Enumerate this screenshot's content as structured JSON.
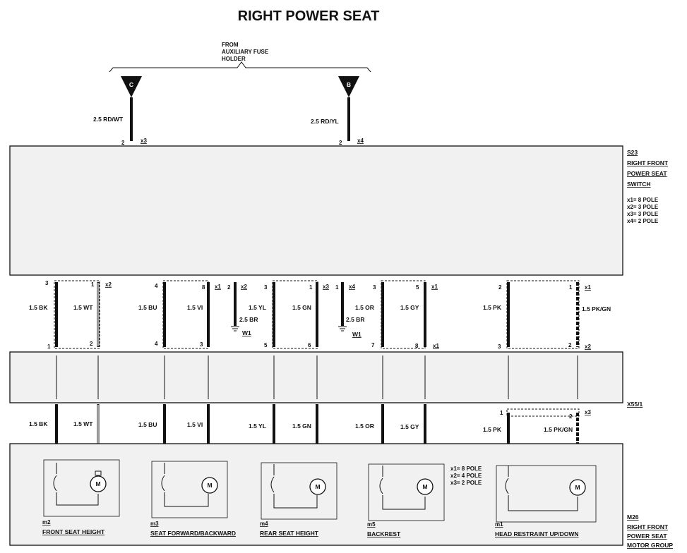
{
  "title": "RIGHT POWER SEAT",
  "fuse_source": [
    "FROM",
    "AUXILIARY FUSE",
    "HOLDER"
  ],
  "fuses": [
    {
      "letter": "C",
      "wire": "2.5 RD/WT",
      "pin": "2",
      "conn": "x3"
    },
    {
      "letter": "B",
      "wire": "2.5 RD/YL",
      "pin": "2",
      "conn": "x4"
    }
  ],
  "switch": {
    "lines": [
      "S23",
      "RIGHT FRONT",
      "POWER SEAT",
      "SWITCH"
    ],
    "connectors": [
      "x1= 8 POLE",
      "x2= 3 POLE",
      "x3= 3 POLE",
      "x4= 2 POLE"
    ]
  },
  "upper_wires": [
    {
      "color": "1.5 BK",
      "top_pin": "3",
      "bottom_pin": "1"
    },
    {
      "color": "1.5 WT",
      "top_pin": "1",
      "bottom_pin": "2",
      "conn": "x2"
    },
    {
      "color": "1.5 BU",
      "top_pin": "4",
      "bottom_pin": "4"
    },
    {
      "color": "1.5 VI",
      "top_pin": "8",
      "bottom_pin": "3",
      "conn": "x1"
    },
    {
      "color": "1.5 YL",
      "top_pin": "3",
      "bottom_pin": "5"
    },
    {
      "color": "1.5 GN",
      "top_pin": "1",
      "bottom_pin": "6",
      "conn": "x3"
    },
    {
      "color": "1.5 OR",
      "top_pin": "3",
      "bottom_pin": "7"
    },
    {
      "color": "1.5 GY",
      "top_pin": "5",
      "bottom_pin": "8",
      "conn": "x1",
      "bottom_conn": "x1"
    },
    {
      "color": "1.5 PK",
      "top_pin": "2",
      "bottom_pin": "3"
    },
    {
      "color": "1.5 PK/GN",
      "top_pin": "1",
      "bottom_pin": "2",
      "conn": "x1",
      "bottom_conn": "x2"
    }
  ],
  "grounds": [
    {
      "pin": "2",
      "conn": "x2",
      "wire": "2.5 BR",
      "label": "W1"
    },
    {
      "pin": "1",
      "conn": "x4",
      "wire": "2.5 BR",
      "label": "W1"
    }
  ],
  "connector_block": {
    "label": "X55/1"
  },
  "lower_wires": [
    {
      "color": "1.5 BK"
    },
    {
      "color": "1.5 WT"
    },
    {
      "color": "1.5 BU"
    },
    {
      "color": "1.5 VI"
    },
    {
      "color": "1.5 YL"
    },
    {
      "color": "1.5 GN"
    },
    {
      "color": "1.5 OR"
    },
    {
      "color": "1.5 GY"
    },
    {
      "color": "1.5 PK",
      "pin": "1"
    },
    {
      "color": "1.5 PK/GN",
      "pin": "2",
      "conn": "x3"
    }
  ],
  "motor_symbol": "M",
  "motors": [
    {
      "id": "m2",
      "name": "FRONT SEAT HEIGHT"
    },
    {
      "id": "m3",
      "name": "SEAT FORWARD/BACKWARD"
    },
    {
      "id": "m4",
      "name": "REAR SEAT HEIGHT"
    },
    {
      "id": "m5",
      "name": "BACKREST"
    },
    {
      "id": "m1",
      "name": "HEAD RESTRAINT UP/DOWN"
    }
  ],
  "motor_group": {
    "lines": [
      "M26",
      "RIGHT FRONT",
      "POWER SEAT",
      "MOTOR GROUP"
    ],
    "connectors": [
      "x1= 8 POLE",
      "x2= 4 POLE",
      "x3= 2 POLE"
    ]
  }
}
